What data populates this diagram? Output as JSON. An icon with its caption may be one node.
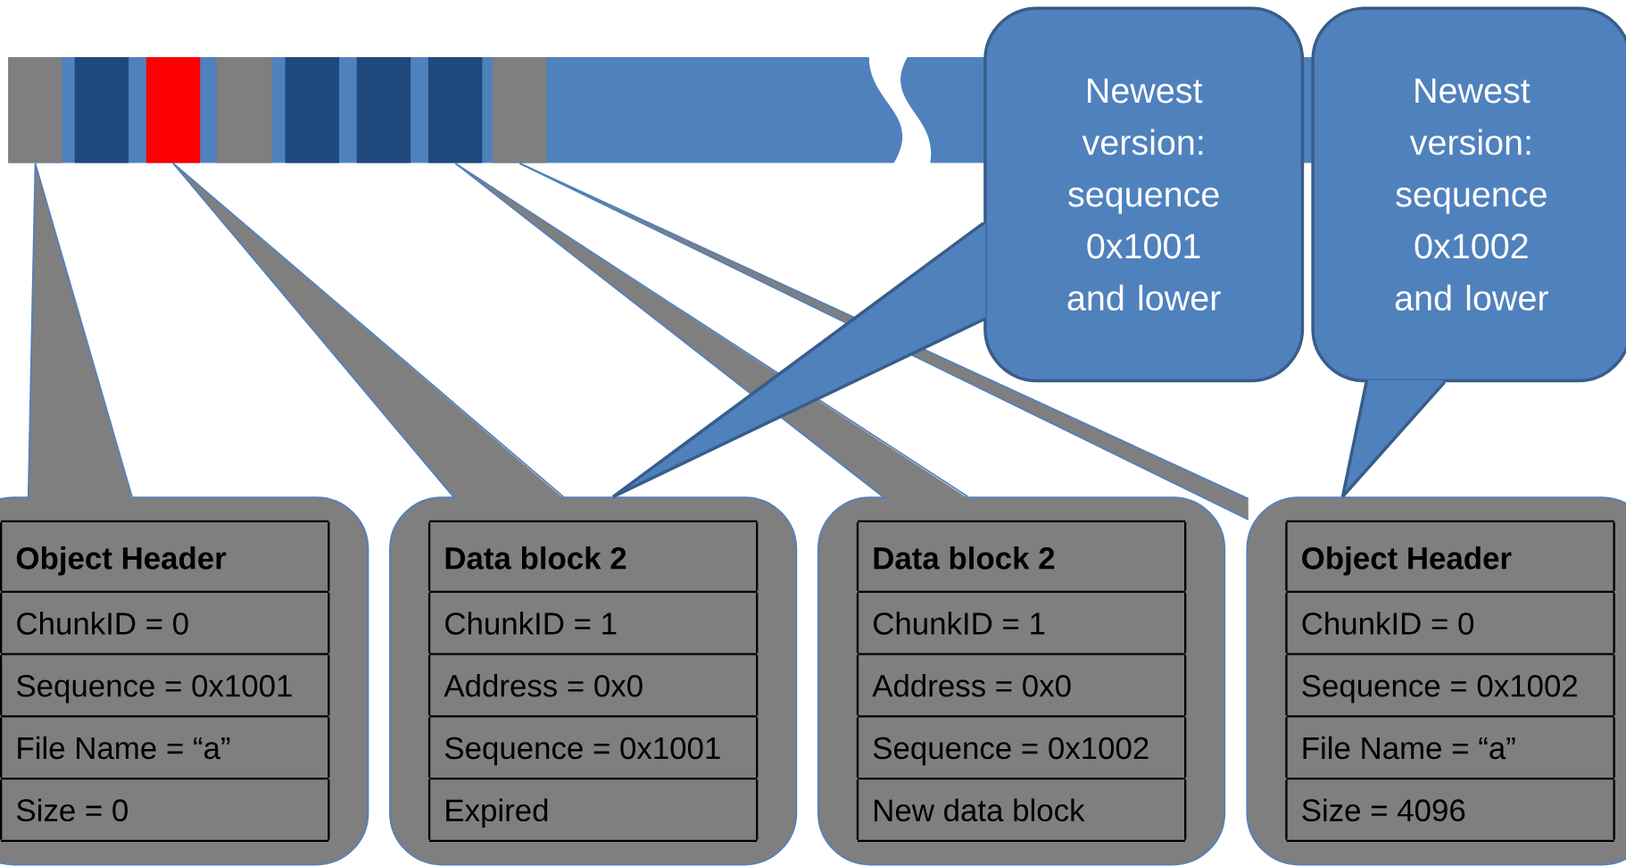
{
  "diagram": {
    "nodes": [
      {
        "text": [],
        "shape": "bar"
      },
      {
        "text": [],
        "shape": "bar"
      },
      {
        "text": [],
        "shape": "bar"
      },
      {
        "text": [],
        "shape": "bar"
      },
      {
        "text": [
          "Newest version: sequence 0x1001 and lower"
        ]
      },
      {
        "text": [
          "Newest version: sequence 0x1002 and lower"
        ]
      },
      {
        "text": [
          "Object Header",
          "ChunkID = 0",
          "Sequence = 0x1001",
          "File Name = “a”",
          "Size = 0"
        ]
      },
      {
        "text": [
          "Data block 2",
          "ChunkID = 1",
          "Address = 0x0",
          "Sequence = 0x1001",
          "Expired"
        ]
      },
      {
        "text": [
          "Data block 2",
          "ChunkID = 1",
          "Address = 0x0",
          "Sequence = 0x1002",
          "New data block"
        ]
      },
      {
        "text": [
          "Object Header",
          "ChunkID = 0",
          "Sequence = 0x1002",
          "File Name = “a”",
          "Size = 4096"
        ]
      }
    ],
    "edges": [
      {
        "from": 6,
        "to": 0,
        "arrow": "none"
      },
      {
        "from": 7,
        "to": 1,
        "arrow": "none"
      },
      {
        "from": 8,
        "to": 2,
        "arrow": "none"
      },
      {
        "from": 9,
        "to": 3,
        "arrow": "none"
      },
      {
        "from": 4,
        "to": 7,
        "arrow": "none"
      },
      {
        "from": 5,
        "to": 9,
        "arrow": "none"
      }
    ]
  }
}
